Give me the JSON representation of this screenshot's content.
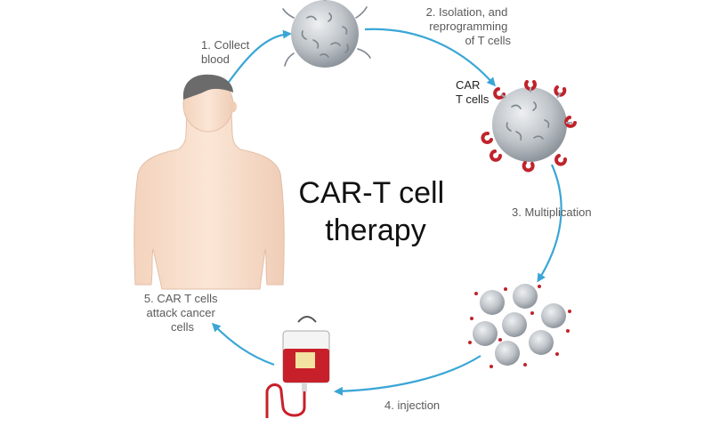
{
  "title": {
    "line1": "CAR-T cell",
    "line2": "therapy"
  },
  "steps": [
    {
      "lines": [
        "1. Collect",
        "blood"
      ]
    },
    {
      "lines": [
        "2. Isolation, and",
        "reprogramming",
        "of T cells"
      ]
    },
    {
      "lines": [
        "3. Multiplication"
      ]
    },
    {
      "lines": [
        "4. injection"
      ]
    },
    {
      "lines": [
        "5. CAR T cells",
        "attack cancer",
        "cells"
      ]
    }
  ],
  "car_label": {
    "lines": [
      "CAR",
      "T cells"
    ]
  },
  "icons": [
    "human-body-icon",
    "t-cell-icon",
    "car-t-cell-icon",
    "cell-cluster-icon",
    "iv-bag-icon"
  ],
  "colors": {
    "arrow": "#3aa6d6",
    "cell": "#b9bec4",
    "receptor": "#c0232b",
    "skin": "#f7dcc8",
    "hair": "#6b6b6b",
    "blood": "#c8202a"
  }
}
